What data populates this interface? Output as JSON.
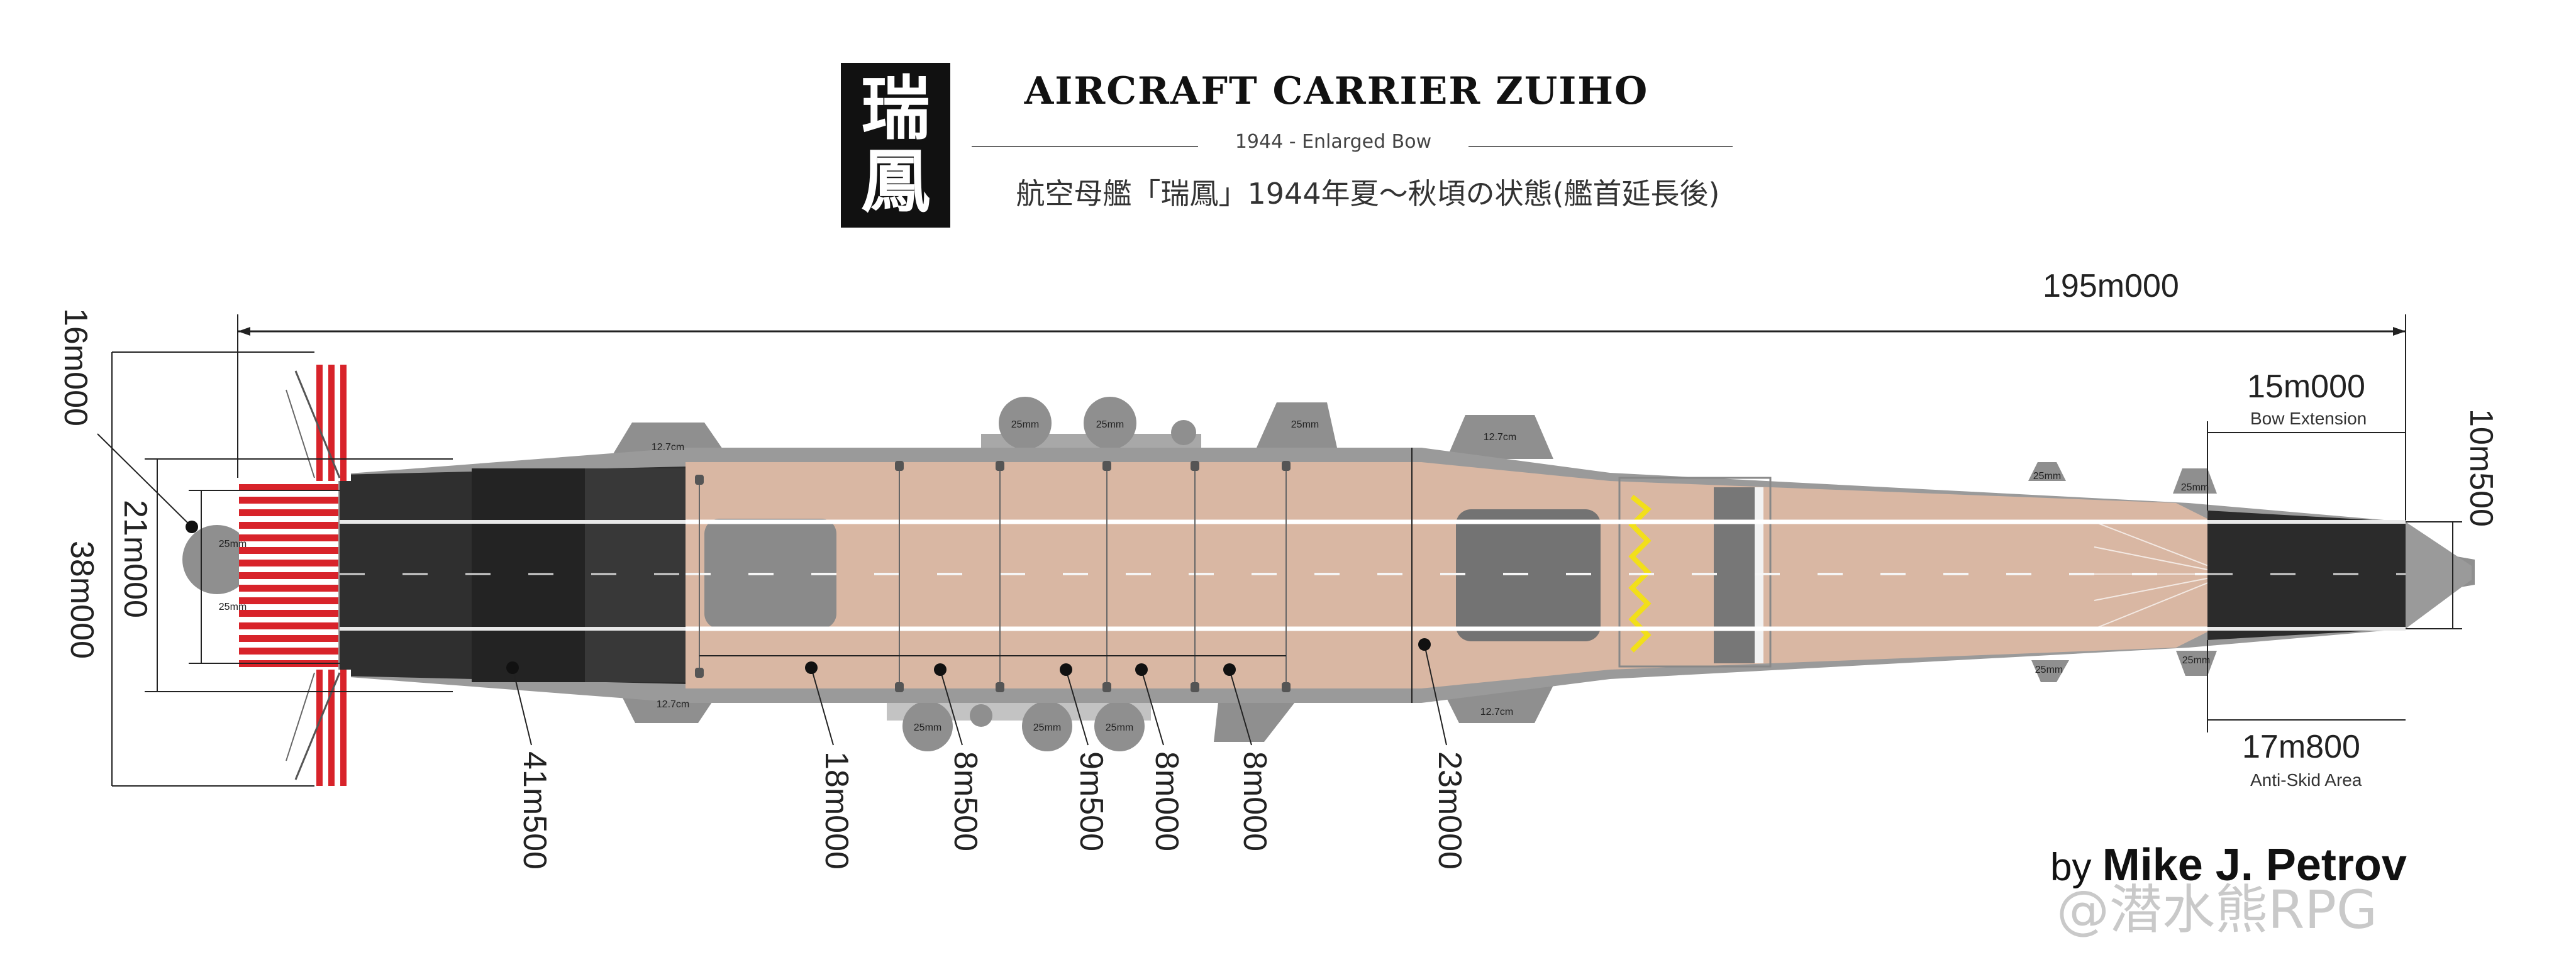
{
  "header": {
    "kanji_top": "瑞",
    "kanji_bottom": "鳳",
    "title": "AIRCRAFT CARRIER ZUIHO",
    "subtitle": "1944 - Enlarged Bow",
    "japanese_caption": "航空母艦「瑞鳳」1944年夏〜秋頃の状態(艦首延長後)"
  },
  "dimensions": {
    "overall_length": "195m000",
    "bow_extension": "15m000",
    "bow_extension_label": "Bow Extension",
    "anti_skid": "17m800",
    "anti_skid_label": "Anti-Skid Area",
    "bow_width": "10m500",
    "stern_width_16": "16m000",
    "deck_width_21": "21m000",
    "beam_38": "38m000",
    "stern_dark_area": "41m500",
    "wire_18": "18m000",
    "wire_8_5": "8m500",
    "wire_9_5": "9m500",
    "wire_8_a": "8m000",
    "wire_8_b": "8m000",
    "wire_23": "23m000"
  },
  "gun_labels": {
    "gun_127": "12.7cm",
    "gun_25": "25mm"
  },
  "colors": {
    "deck": "#d9b7a3",
    "hull": "#9a9a9a",
    "stern_dark": "#2f2f2f",
    "stern_red": "#d8232a",
    "zigzag": "#f2df1a"
  },
  "credits": {
    "by": "by ",
    "author": "Mike J. Petrov",
    "watermark": "@潜水熊RPG"
  }
}
